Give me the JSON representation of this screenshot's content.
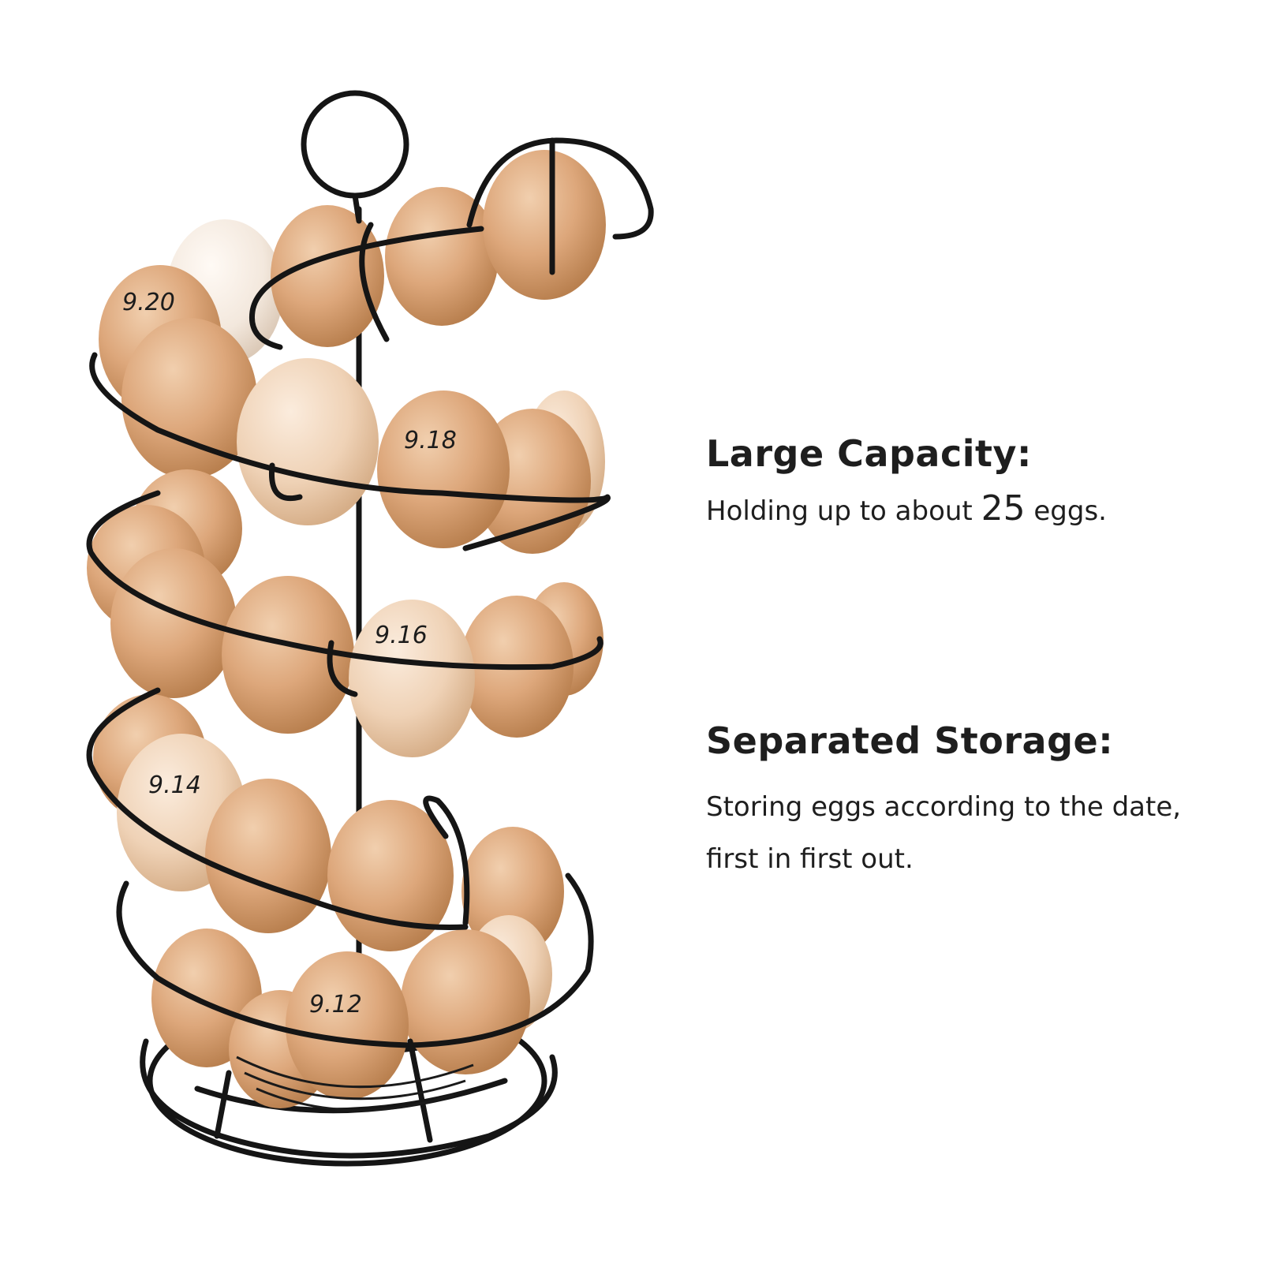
{
  "features": [
    {
      "title": "Large Capacity:",
      "body_pre": "Holding up to about ",
      "body_num": "25",
      "body_post": " eggs."
    },
    {
      "title": "Separated Storage:",
      "body_line1": "Storing eggs according to the date,",
      "body_line2": "first in first out."
    }
  ],
  "egg_dates": [
    "9.20",
    "9.18",
    "9.16",
    "9.14",
    "9.12"
  ],
  "colors": {
    "rack": "#151515",
    "egg_brown": "#d9a67a",
    "egg_light": "#f0d6bd",
    "egg_white": "#f4ece4",
    "text": "#1e1e1e"
  }
}
